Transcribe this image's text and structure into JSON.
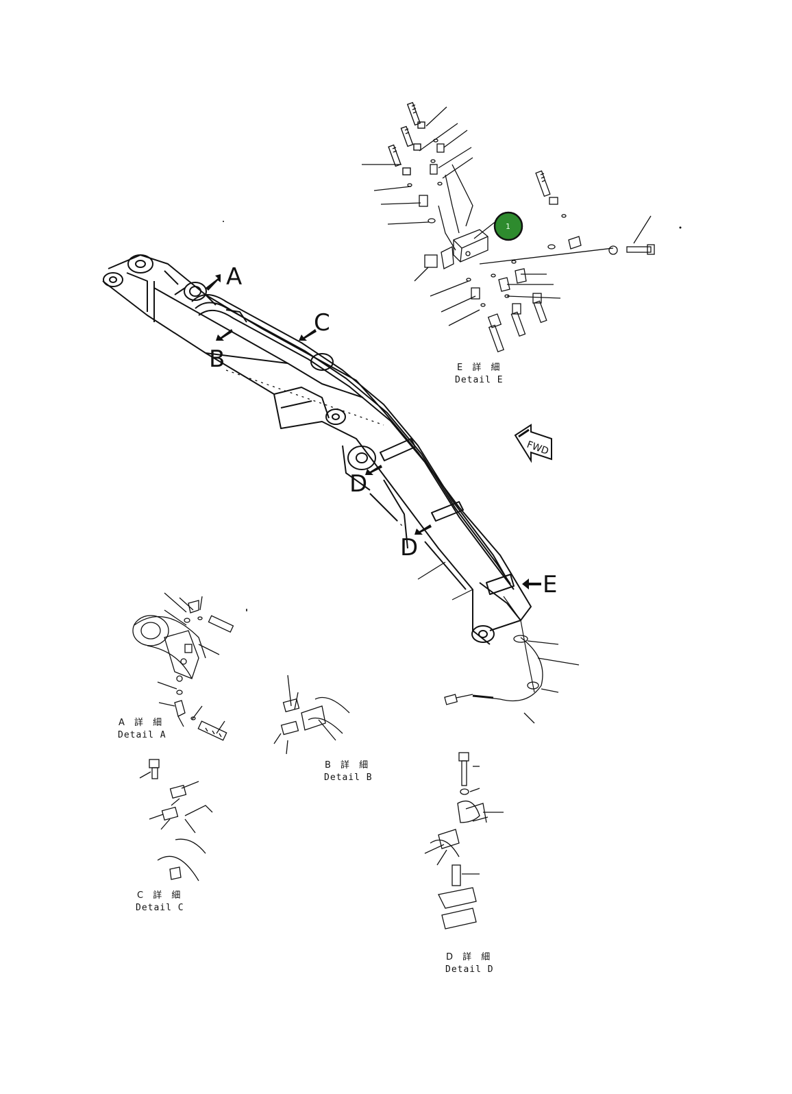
{
  "markers": {
    "a": "A",
    "b": "B",
    "c": "C",
    "d1": "D",
    "d2": "D",
    "e": "E"
  },
  "fwd_label": "FWD",
  "callout": {
    "number": "1",
    "color": "#2e8b2e"
  },
  "details": {
    "e": {
      "jp": "E 詳 細",
      "en": "Detail E"
    },
    "a": {
      "jp": "A 詳 細",
      "en": "Detail A"
    },
    "b": {
      "jp": "B 詳 細",
      "en": "Detail B"
    },
    "c": {
      "jp": "C 詳 細",
      "en": "Detail C"
    },
    "d": {
      "jp": "D 詳 細",
      "en": "Detail D"
    }
  }
}
